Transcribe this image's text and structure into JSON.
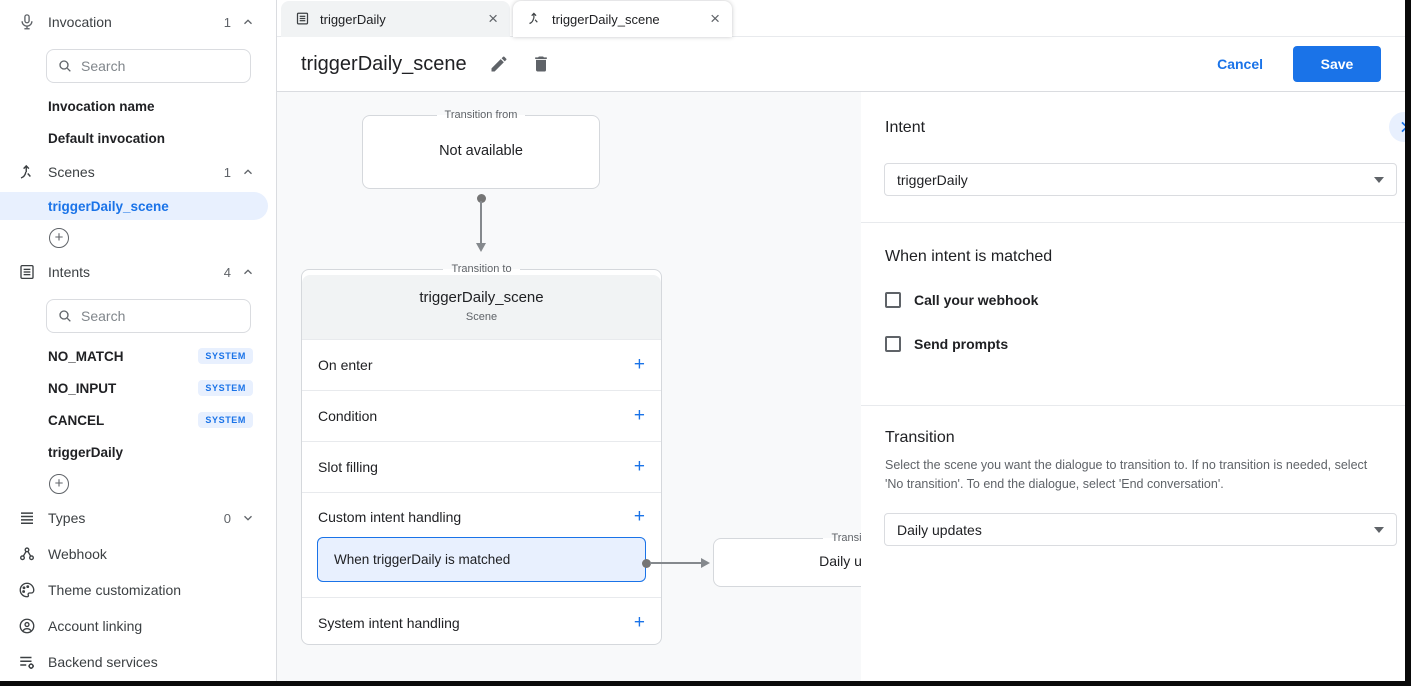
{
  "glyphs": {
    "plus": "+",
    "close": "×"
  },
  "sidebar": {
    "invocation": {
      "label": "Invocation",
      "count": "1",
      "search_placeholder": "Search",
      "items": [
        "Invocation name",
        "Default invocation"
      ]
    },
    "scenes": {
      "label": "Scenes",
      "count": "1",
      "selected_item": "triggerDaily_scene"
    },
    "intents": {
      "label": "Intents",
      "count": "4",
      "search_placeholder": "Search",
      "items": [
        {
          "label": "NO_MATCH",
          "badge": "SYSTEM"
        },
        {
          "label": "NO_INPUT",
          "badge": "SYSTEM"
        },
        {
          "label": "CANCEL",
          "badge": "SYSTEM"
        },
        {
          "label": "triggerDaily",
          "badge": ""
        }
      ]
    },
    "footer": [
      {
        "label": "Types",
        "count": "0"
      },
      {
        "label": "Webhook"
      },
      {
        "label": "Theme customization"
      },
      {
        "label": "Account linking"
      },
      {
        "label": "Backend services"
      }
    ]
  },
  "tabs": [
    {
      "label": "triggerDaily"
    },
    {
      "label": "triggerDaily_scene"
    }
  ],
  "toolbar": {
    "title": "triggerDaily_scene",
    "cancel_label": "Cancel",
    "save_label": "Save"
  },
  "canvas": {
    "transition_from": {
      "legend": "Transition from",
      "content": "Not available"
    },
    "scene_card": {
      "legend": "Transition to",
      "title": "triggerDaily_scene",
      "subtitle": "Scene",
      "rows": [
        {
          "label": "On enter"
        },
        {
          "label": "Condition"
        },
        {
          "label": "Slot filling"
        },
        {
          "label": "Custom intent handling"
        },
        {
          "label": "System intent handling"
        }
      ],
      "intent_handler": "When triggerDaily is matched"
    },
    "target_card": {
      "legend": "Transition to",
      "content": "Daily updates"
    }
  },
  "panel": {
    "intent": {
      "heading": "Intent",
      "value": "triggerDaily"
    },
    "when_matched": {
      "heading": "When intent is matched",
      "checkboxes": [
        {
          "label": "Call your webhook",
          "checked": false
        },
        {
          "label": "Send prompts",
          "checked": false
        }
      ]
    },
    "transition": {
      "heading": "Transition",
      "description": "Select the scene you want the dialogue to transition to. If no transition is needed, select 'No transition'. To end the dialogue, select 'End conversation'.",
      "value": "Daily updates"
    }
  },
  "colors": {
    "accent": "#1a73e8",
    "selection_bg": "#e8f0fe",
    "text": "#202124",
    "muted": "#5f6368",
    "border": "#dadce0"
  }
}
